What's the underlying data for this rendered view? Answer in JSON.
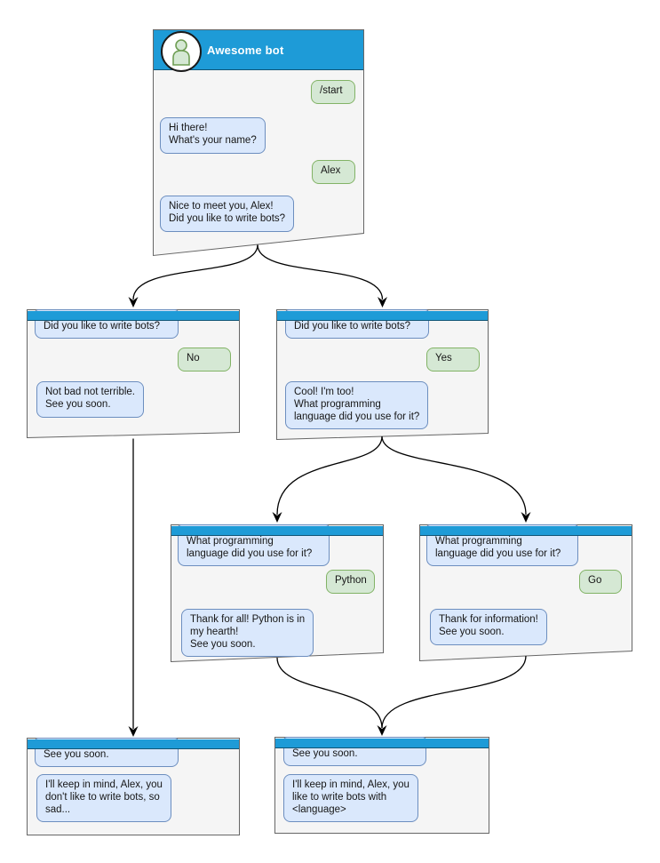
{
  "bot": {
    "name": "Awesome bot",
    "avatar_icon": "person-icon"
  },
  "colors": {
    "titlebar_blue": "#1E9BD7",
    "bot_bubble_fill": "#DAE8FC",
    "bot_bubble_border": "#6C8EBF",
    "user_bubble_fill": "#D5E8D4",
    "user_bubble_border": "#82B366",
    "window_fill": "#F5F5F5",
    "window_border": "#666666",
    "arrow": "#000000"
  },
  "windows": {
    "main": {
      "title": "Awesome bot",
      "messages": [
        {
          "from": "user",
          "text": "/start"
        },
        {
          "from": "bot",
          "text": "Hi there!\nWhat's your name?"
        },
        {
          "from": "user",
          "text": "Alex"
        },
        {
          "from": "bot",
          "text": "Nice to meet you, Alex!\nDid you like to write bots?"
        }
      ]
    },
    "branch_no": {
      "messages": [
        {
          "from": "bot",
          "text": "Did you like to write bots?"
        },
        {
          "from": "user",
          "text": "No"
        },
        {
          "from": "bot",
          "text": "Not bad not terrible.\nSee you soon."
        }
      ]
    },
    "branch_yes": {
      "messages": [
        {
          "from": "bot",
          "text": "Did you like to write bots?"
        },
        {
          "from": "user",
          "text": "Yes"
        },
        {
          "from": "bot",
          "text": "Cool! I'm too!\nWhat programming\nlanguage did you use for it?"
        }
      ]
    },
    "lang_python": {
      "messages": [
        {
          "from": "bot",
          "text": "What programming\nlanguage did you use for it?"
        },
        {
          "from": "user",
          "text": "Python"
        },
        {
          "from": "bot",
          "text": "Thank for all! Python is in\nmy hearth!\nSee you soon."
        }
      ]
    },
    "lang_go": {
      "messages": [
        {
          "from": "bot",
          "text": "What programming\nlanguage did you use for it?"
        },
        {
          "from": "user",
          "text": "Go"
        },
        {
          "from": "bot",
          "text": "Thank for information!\nSee you soon."
        }
      ]
    },
    "end_no": {
      "messages": [
        {
          "from": "bot",
          "text": "See you soon."
        },
        {
          "from": "bot",
          "text": "I'll keep in mind, Alex, you\ndon't like to write bots, so\nsad..."
        }
      ]
    },
    "end_yes": {
      "messages": [
        {
          "from": "bot",
          "text": "See you soon."
        },
        {
          "from": "bot",
          "text": "I'll keep in mind, Alex, you\nlike to write bots with\n<language>"
        }
      ]
    }
  },
  "connections": [
    {
      "from": "main",
      "to": "branch_no"
    },
    {
      "from": "main",
      "to": "branch_yes"
    },
    {
      "from": "branch_no",
      "to": "end_no"
    },
    {
      "from": "branch_yes",
      "to": "lang_python"
    },
    {
      "from": "branch_yes",
      "to": "lang_go"
    },
    {
      "from": "lang_python",
      "to": "end_yes"
    },
    {
      "from": "lang_go",
      "to": "end_yes"
    }
  ]
}
